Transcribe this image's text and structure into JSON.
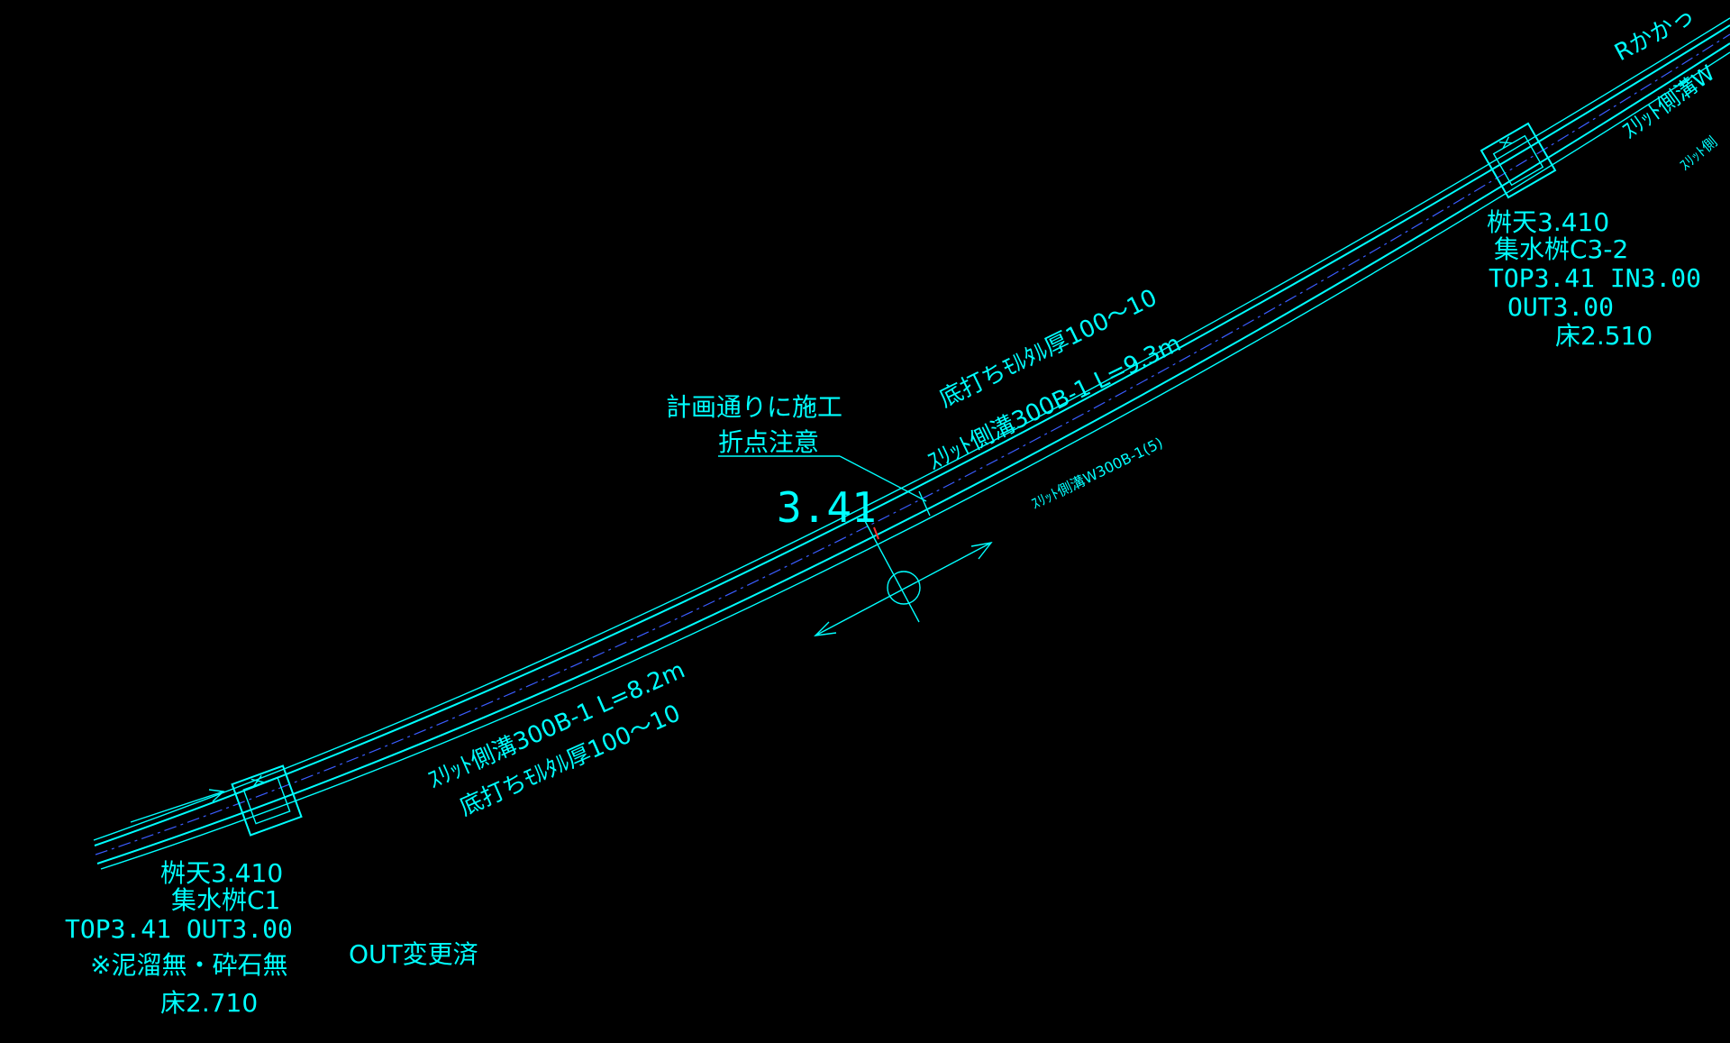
{
  "drawing": {
    "background": "#000000",
    "line_color": "#00ffff",
    "center_line_color": "#3a5cff",
    "marker_color": "#ff3030",
    "labels": {
      "top_right_clip": "Rかかっ",
      "right_clip_1": "ｽﾘｯﾄ側溝W",
      "right_clip_2": "ｽﾘｯﾄ側",
      "channel_upper_a": "底打ちﾓﾙﾀﾙ厚100～10",
      "channel_upper_b": "ｽﾘｯﾄ側溝300B-1 L=9.3m",
      "channel_upper_c": "ｽﾘｯﾄ側溝W300B-1(5)",
      "channel_lower_a": "ｽﾘｯﾄ側溝300B-1 L=8.2m",
      "channel_lower_b": "底打ちﾓﾙﾀﾙ厚100～10",
      "note_1": "計画通りに施工",
      "note_2": "折点注意",
      "elevation": "3.41"
    },
    "basin_c1": {
      "lines": [
        "桝天3.410",
        "集水桝C1",
        "TOP3.41 OUT3.00",
        "※泥溜無・砕石無",
        "床2.710"
      ],
      "extra": "OUT変更済"
    },
    "basin_c3_2": {
      "lines": [
        "桝天3.410",
        "集水桝C3-2",
        "TOP3.41 IN3.00",
        "OUT3.00",
        "床2.510"
      ]
    }
  }
}
